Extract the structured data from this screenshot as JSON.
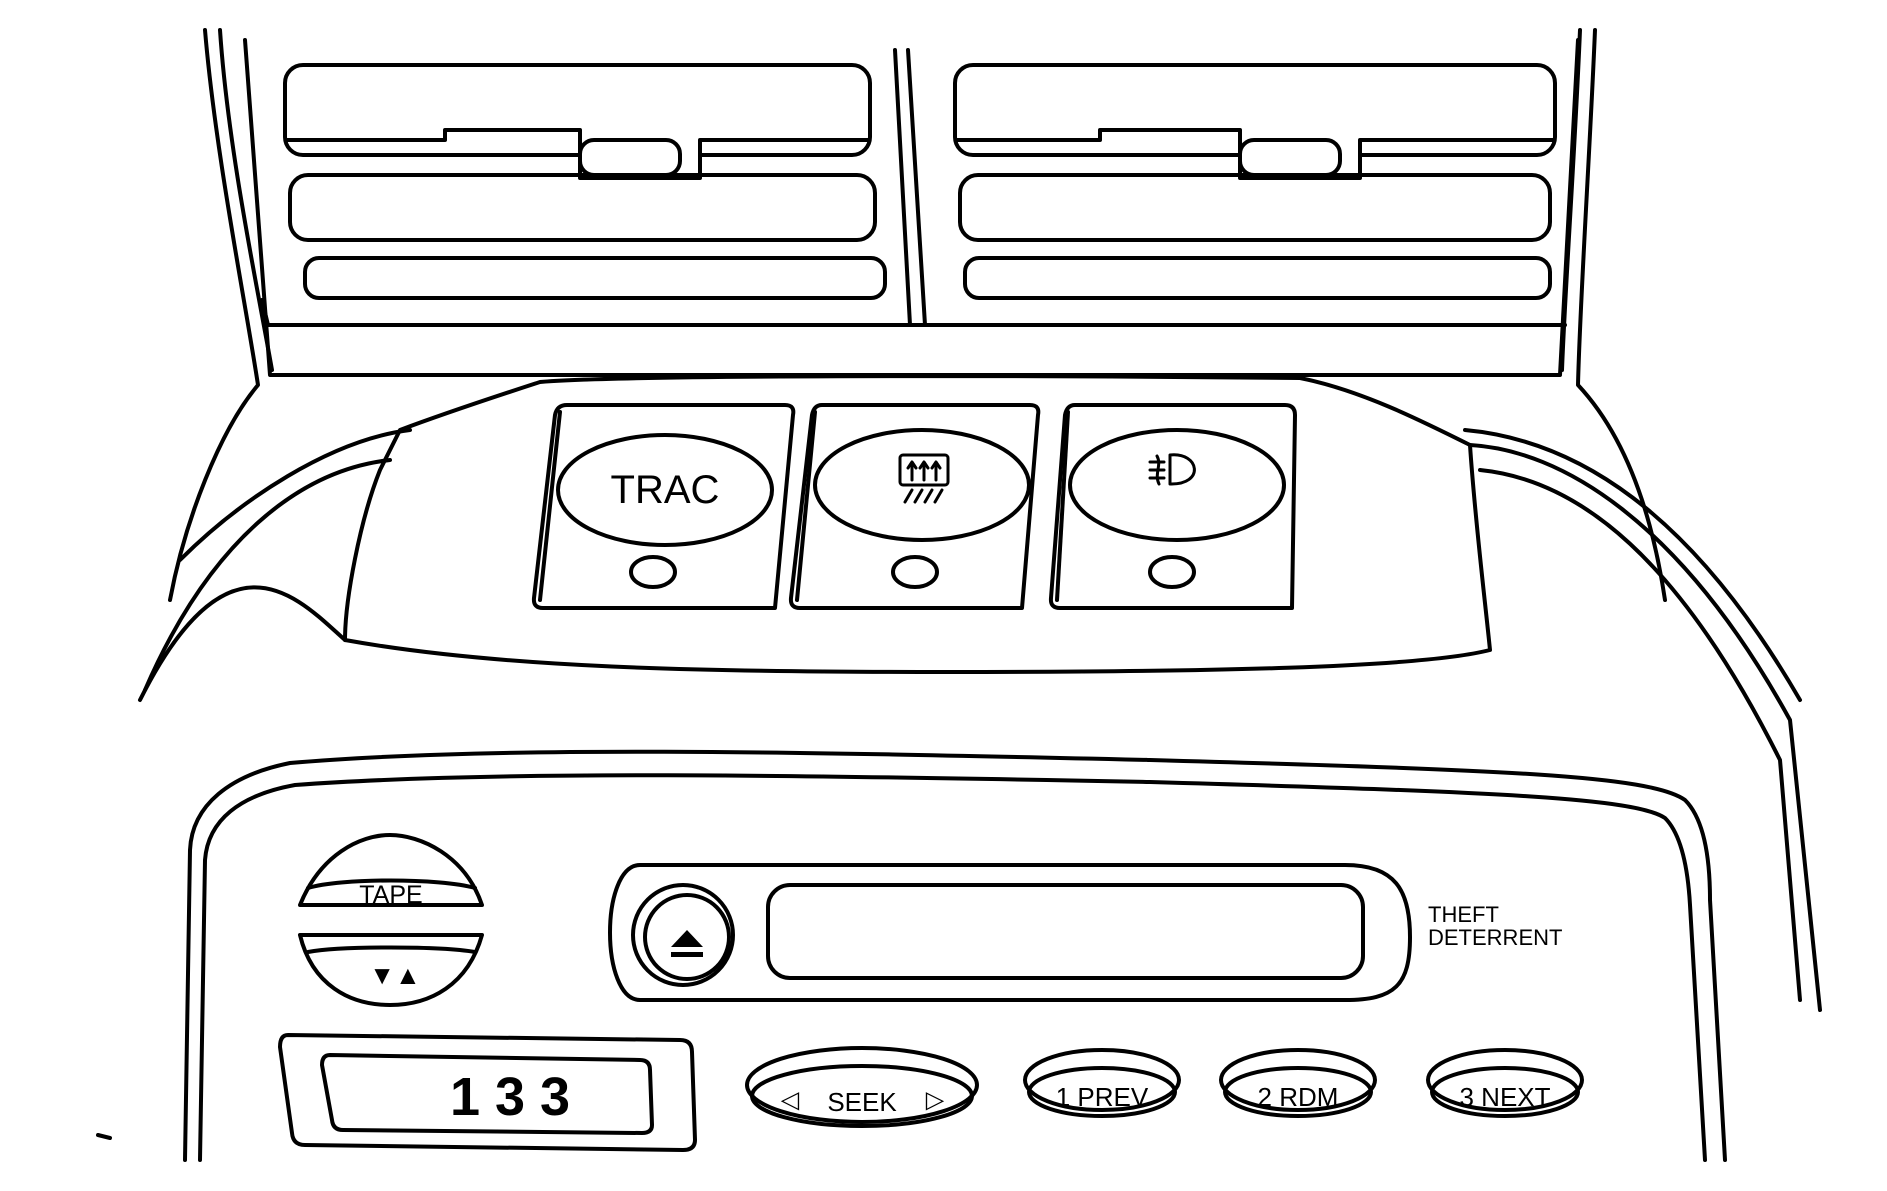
{
  "console": {
    "switches": [
      {
        "label": "TRAC",
        "icon": "traction-control-icon"
      },
      {
        "label": "",
        "icon": "rear-defogger-icon"
      },
      {
        "label": "",
        "icon": "fog-lamp-icon"
      }
    ]
  },
  "radio": {
    "tape_label": "TAPE",
    "tape_arrows": "▼▲",
    "display_value": "1 3 3",
    "theft_line1": "THEFT",
    "theft_line2": "DETERRENT",
    "seek_label": "SEEK",
    "seek_left": "◁",
    "seek_right": "▷",
    "preset_1": "1 PREV",
    "preset_2": "2 RDM",
    "preset_3": "3 NEXT",
    "eject_icon": "eject-icon"
  }
}
